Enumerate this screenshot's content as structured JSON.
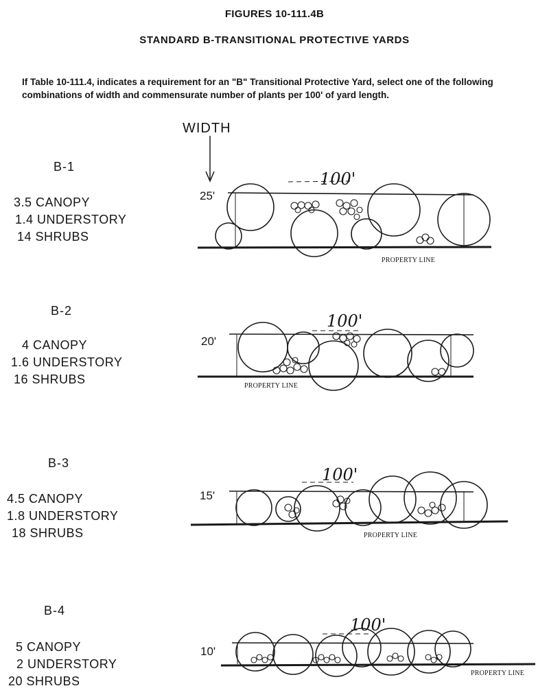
{
  "header": {
    "figure_number": "FIGURES 10-111.4B",
    "title": "STANDARD  B-TRANSITIONAL PROTECTIVE YARDS",
    "intro": "If Table 10-111.4, indicates a requirement for an \"B\" Transitional Protective Yard, select one of the following combinations of width and commensurate number of plants per 100' of yard length."
  },
  "width_label": "WIDTH",
  "yards": [
    {
      "name": "B-1",
      "canopy": "3.5 CANOPY",
      "understory": "1.4 UNDERSTORY",
      "shrubs": "14 SHRUBS",
      "width": "25'",
      "length": "100'",
      "property_line": "PROPERTY LINE"
    },
    {
      "name": "B-2",
      "canopy": "4 CANOPY",
      "understory": "1.6 UNDERSTORY",
      "shrubs": "16 SHRUBS",
      "width": "20'",
      "length": "100'",
      "property_line": "PROPERTY LINE"
    },
    {
      "name": "B-3",
      "canopy": "4.5 CANOPY",
      "understory": "1.8 UNDERSTORY",
      "shrubs": "18 SHRUBS",
      "width": "15'",
      "length": "100'",
      "property_line": "PROPERTY LINE"
    },
    {
      "name": "B-4",
      "canopy": "5 CANOPY",
      "understory": "2 UNDERSTORY",
      "shrubs": "20 SHRUBS",
      "width": "10'",
      "length": "100'",
      "property_line": "PROPERTY LINE"
    }
  ]
}
